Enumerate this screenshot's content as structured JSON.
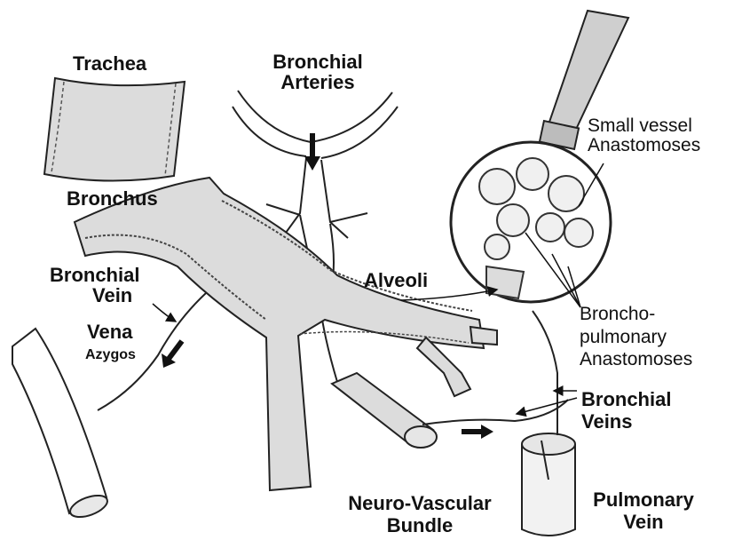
{
  "labels": {
    "trachea": "Trachea",
    "bronchial_arteries_1": "Bronchial",
    "bronchial_arteries_2": "Arteries",
    "small_vessel_1": "Small vessel",
    "small_vessel_2": "Anastomoses",
    "bronchus": "Bronchus",
    "bronchial_vein_1": "Bronchial",
    "bronchial_vein_2": "Vein",
    "vena": "Vena",
    "azygos": "Azygos",
    "alveoli": "Alveoli",
    "broncho_1": "Broncho-",
    "broncho_2": "pulmonary",
    "broncho_3": "Anastomoses",
    "bronchial_veins_1": "Bronchial",
    "bronchial_veins_2": "Veins",
    "neuro_1": "Neuro-Vascular",
    "neuro_2": "Bundle",
    "pulmonary_vein_1": "Pulmonary",
    "pulmonary_vein_2": "Vein"
  },
  "colors": {
    "ink": "#111111",
    "tissue": "#d9d9d9",
    "background": "#ffffff"
  }
}
